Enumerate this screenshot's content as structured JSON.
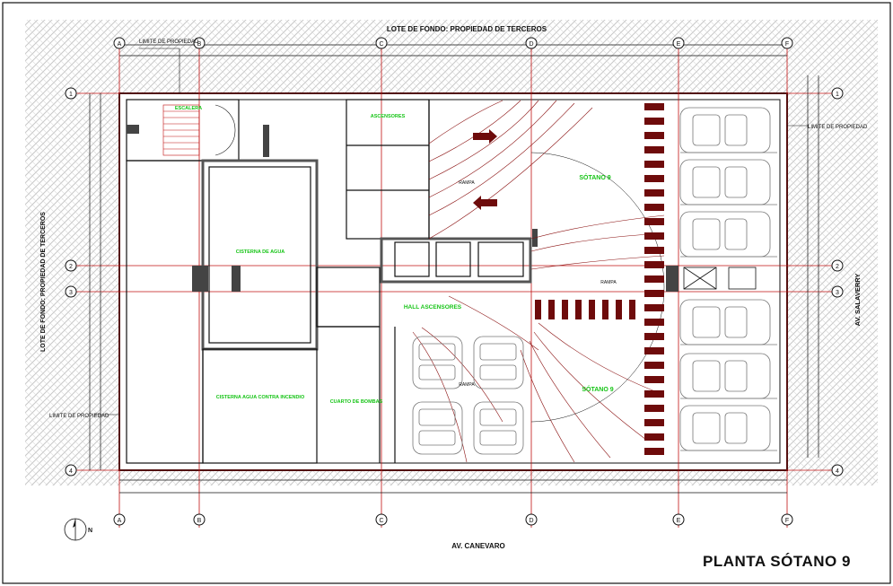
{
  "drawing": {
    "title": "PLANTA SÓTANO 9",
    "top_label": "LOTE DE FONDO: PROPIEDAD DE TERCEROS",
    "bottom_label": "AV. CANEVARO",
    "left_label": "LOTE DE FONDO: PROPIEDAD DE TERCEROS",
    "right_label": "AV. SALAVERRY",
    "limite_label": "LIMITE DE PROPIEDAD",
    "north_label": "N"
  },
  "grid": {
    "columns": [
      "A",
      "B",
      "C",
      "D",
      "E",
      "F"
    ],
    "rows": [
      "1",
      "2",
      "3",
      "4"
    ]
  },
  "rooms": [
    {
      "id": "escalera",
      "text": "ESCALERA"
    },
    {
      "id": "ascensores",
      "text": "ASCENSORES"
    },
    {
      "id": "cisterna-agua",
      "text": "CISTERNA DE AGUA"
    },
    {
      "id": "cisterna-incendio",
      "text": "CISTERNA AGUA CONTRA INCENDIO"
    },
    {
      "id": "cuarto-bombas",
      "text": "CUARTO DE BOMBAS"
    },
    {
      "id": "hall",
      "text": "HALL ASCENSORES"
    },
    {
      "id": "sotano-top",
      "text": "SÓTANO 9"
    },
    {
      "id": "sotano-bottom",
      "text": "SÓTANO 9"
    },
    {
      "id": "rampa-1",
      "text": "RAMPA"
    },
    {
      "id": "rampa-2",
      "text": "RAMPA"
    },
    {
      "id": "rampa-3",
      "text": "RAMPA"
    }
  ],
  "colors": {
    "line": "#111111",
    "red": "#c01010",
    "green": "#16c416",
    "blue": "#1030c0",
    "hatch": "#c8c8c8",
    "rampred": "#8a1010"
  }
}
